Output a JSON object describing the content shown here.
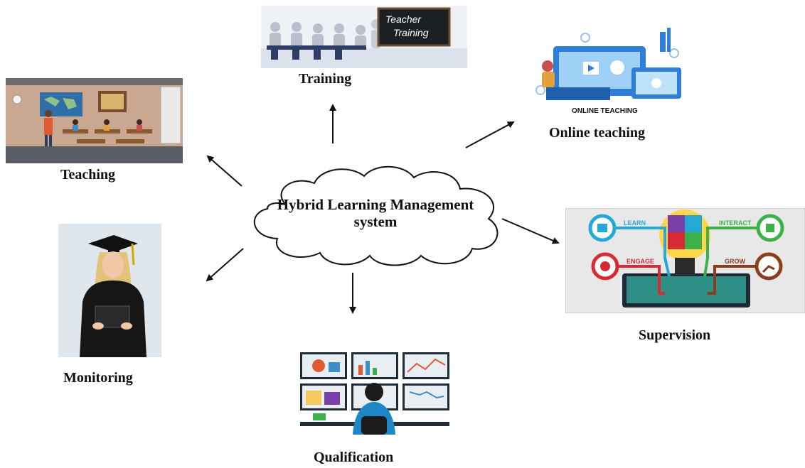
{
  "center": {
    "line1": "Hybrid Learning Management",
    "line2": "system"
  },
  "nodes": {
    "training": {
      "label": "Training",
      "board_line1": "Teacher",
      "board_line2": "Training"
    },
    "online_teaching": {
      "label": "Online teaching",
      "caption": "ONLINE TEACHING"
    },
    "teaching": {
      "label": "Teaching"
    },
    "supervision": {
      "label": "Supervision",
      "tags": [
        "LEARN",
        "INTERACT",
        "ENGAGE",
        "GROW"
      ]
    },
    "monitoring": {
      "label": "Monitoring"
    },
    "qualification": {
      "label": "Qualification"
    }
  },
  "colors": {
    "arrow": "#111111",
    "learn": "#27a9d8",
    "interact": "#3cb14a",
    "engage": "#d62a35",
    "grow": "#8b3d1f",
    "classroom_wall": "#c9a790",
    "online_blue": "#2f7fd8"
  }
}
